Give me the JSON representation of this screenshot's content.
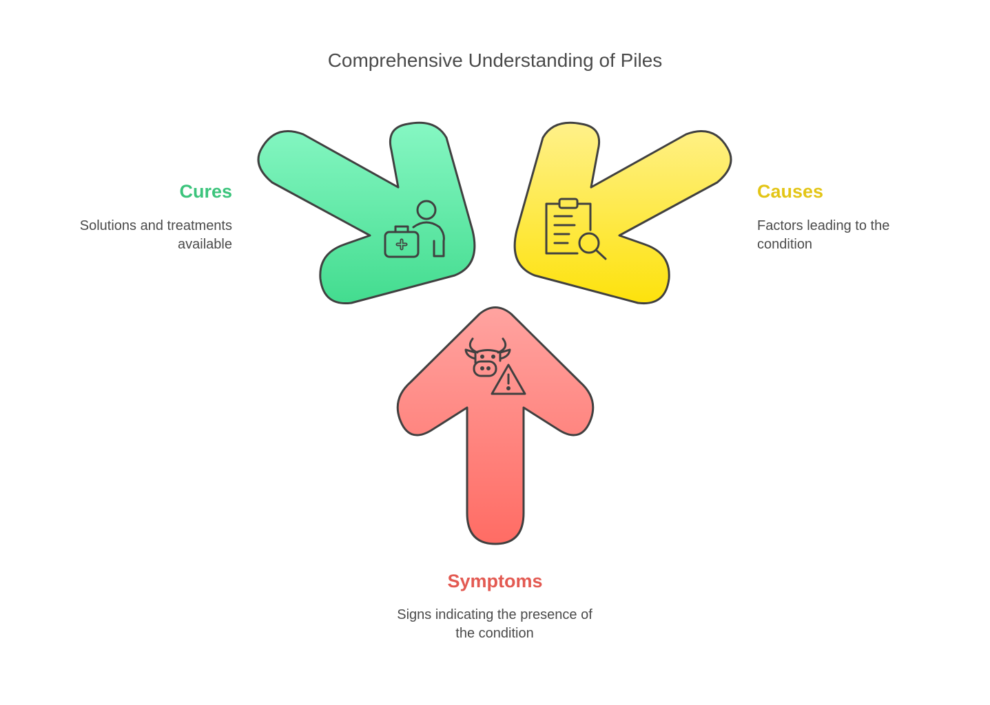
{
  "title": "Comprehensive Understanding of Piles",
  "colors": {
    "cures": "#3cc47c",
    "causes": "#e3c516",
    "symptoms": "#e35a52",
    "stroke": "#404040"
  },
  "items": [
    {
      "key": "cures",
      "label": "Cures",
      "description": "Solutions and treatments available",
      "icon": "medical-kit-person-icon"
    },
    {
      "key": "causes",
      "label": "Causes",
      "description": "Factors leading to the condition",
      "icon": "clipboard-search-icon"
    },
    {
      "key": "symptoms",
      "label": "Symptoms",
      "description": "Signs indicating the presence of the condition",
      "icon": "cow-warning-icon"
    }
  ]
}
